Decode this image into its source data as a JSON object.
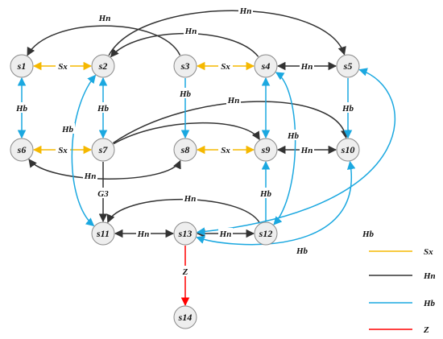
{
  "colors": {
    "Sx": "#f5b800",
    "Hn": "#333333",
    "Hb": "#1ba8e0",
    "Z": "#ff0000"
  },
  "nodes": [
    {
      "id": "s1",
      "label": "s1"
    },
    {
      "id": "s2",
      "label": "s2"
    },
    {
      "id": "s3",
      "label": "s3"
    },
    {
      "id": "s4",
      "label": "s4"
    },
    {
      "id": "s5",
      "label": "s5"
    },
    {
      "id": "s6",
      "label": "s6"
    },
    {
      "id": "s7",
      "label": "s7"
    },
    {
      "id": "s8",
      "label": "s8"
    },
    {
      "id": "s9",
      "label": "s9"
    },
    {
      "id": "s10",
      "label": "s10"
    },
    {
      "id": "s11",
      "label": "s11"
    },
    {
      "id": "s12",
      "label": "s12"
    },
    {
      "id": "s13",
      "label": "s13"
    },
    {
      "id": "s14",
      "label": "s14"
    }
  ],
  "edges": [
    {
      "from": "s1",
      "to": "s2",
      "type": "Sx",
      "label": "Sx",
      "direction": "both"
    },
    {
      "from": "s3",
      "to": "s4",
      "type": "Sx",
      "label": "Sx",
      "direction": "both"
    },
    {
      "from": "s6",
      "to": "s7",
      "type": "Sx",
      "label": "Sx",
      "direction": "both"
    },
    {
      "from": "s8",
      "to": "s9",
      "type": "Sx",
      "label": "Sx",
      "direction": "both"
    },
    {
      "from": "s4",
      "to": "s5",
      "type": "Hn",
      "label": "Hn",
      "direction": "both"
    },
    {
      "from": "s9",
      "to": "s10",
      "type": "Hn",
      "label": "Hn",
      "direction": "both"
    },
    {
      "from": "s11",
      "to": "s13",
      "type": "Hn",
      "label": "Hn",
      "direction": "both"
    },
    {
      "from": "s13",
      "to": "s12",
      "type": "Hn",
      "label": "Hn",
      "direction": "both"
    },
    {
      "from": "s3",
      "to": "s1",
      "type": "Hn",
      "label": "Hn",
      "direction": "forward"
    },
    {
      "from": "s2",
      "to": "s5",
      "type": "Hn",
      "label": "Hn",
      "direction": "forward"
    },
    {
      "from": "s4",
      "to": "s2",
      "type": "Hn",
      "label": "Hn",
      "direction": "forward"
    },
    {
      "from": "s7",
      "to": "s10",
      "type": "Hn",
      "label": "Hn",
      "direction": "forward"
    },
    {
      "from": "s7",
      "to": "s9",
      "type": "Hn",
      "label": "",
      "direction": "forward"
    },
    {
      "from": "s8",
      "to": "s6",
      "type": "Hn",
      "label": "Hn",
      "direction": "both"
    },
    {
      "from": "s12",
      "to": "s11",
      "type": "Hn",
      "label": "Hn",
      "direction": "forward"
    },
    {
      "from": "s7",
      "to": "s11",
      "type": "Hn",
      "label": "G3",
      "direction": "forward"
    },
    {
      "from": "s1",
      "to": "s6",
      "type": "Hb",
      "label": "Hb",
      "direction": "both"
    },
    {
      "from": "s2",
      "to": "s7",
      "type": "Hb",
      "label": "Hb",
      "direction": "both"
    },
    {
      "from": "s3",
      "to": "s8",
      "type": "Hb",
      "label": "Hb",
      "direction": "forward"
    },
    {
      "from": "s4",
      "to": "s9",
      "type": "Hb",
      "label": "",
      "direction": "both"
    },
    {
      "from": "s5",
      "to": "s10",
      "type": "Hb",
      "label": "Hb",
      "direction": "forward"
    },
    {
      "from": "s12",
      "to": "s9",
      "type": "Hb",
      "label": "Hb",
      "direction": "forward"
    },
    {
      "from": "s2",
      "to": "s11",
      "type": "Hb",
      "label": "Hb",
      "direction": "both"
    },
    {
      "from": "s12",
      "to": "s4",
      "type": "Hb",
      "label": "Hb",
      "direction": "both"
    },
    {
      "from": "s10",
      "to": "s13",
      "type": "Hb",
      "label": "Hb",
      "direction": "both"
    },
    {
      "from": "s13",
      "to": "s5",
      "type": "Hb",
      "label": "Hb",
      "direction": "both"
    },
    {
      "from": "s13",
      "to": "s14",
      "type": "Z",
      "label": "Z",
      "direction": "forward"
    }
  ],
  "legend": [
    {
      "type": "Sx",
      "label": "Sx"
    },
    {
      "type": "Hn",
      "label": "Hn"
    },
    {
      "type": "Hb",
      "label": "Hb"
    },
    {
      "type": "Z",
      "label": "Z"
    }
  ]
}
